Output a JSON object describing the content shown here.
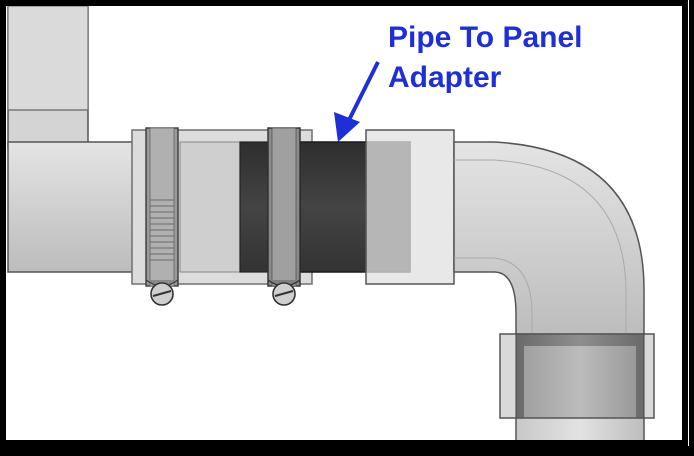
{
  "callout": {
    "line1": "Pipe To Panel",
    "line2": "Adapter"
  },
  "colors": {
    "frame": "#000000",
    "background": "#ffffff",
    "pipe_light": "#d6d6d6",
    "pipe_mid": "#b9b9b9",
    "pipe_edge": "#555555",
    "adapter_dark": "#3c3c3c",
    "clamp": "#8a8a8a",
    "callout_text": "#1f2fd6"
  },
  "icons": [
    "pipe-to-panel-adapter",
    "hose-clamp",
    "elbow-pipe",
    "callout-arrow"
  ]
}
